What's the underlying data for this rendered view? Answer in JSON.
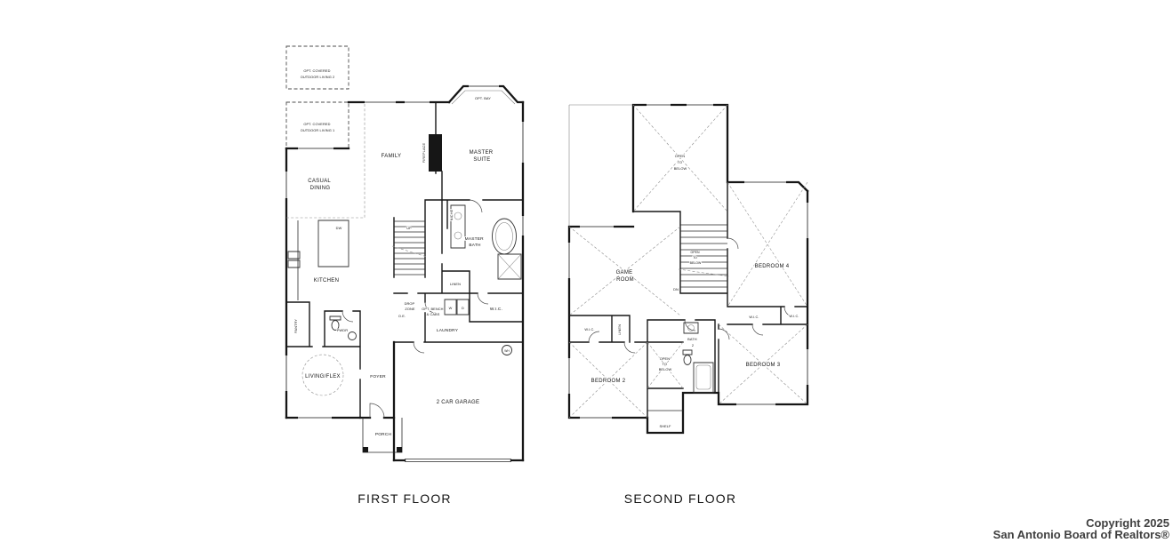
{
  "captions": {
    "first": "FIRST FLOOR",
    "second": "SECOND FLOOR"
  },
  "copyright": {
    "line1": "Copyright 2025",
    "line2": "San Antonio Board of Realtors®"
  },
  "first_floor": {
    "opt_outdoor_2": [
      "OPT. COVERED",
      "OUTDOOR LIVING 2"
    ],
    "opt_outdoor_1": [
      "OPT. COVERED",
      "OUTDOOR LIVING 1"
    ],
    "opt_bay": "OPT. BAY",
    "family": "FAMILY",
    "fireplace": "FIREPLACE",
    "master_suite": [
      "MASTER",
      "SUITE"
    ],
    "casual_dining": [
      "CASUAL",
      "DINING"
    ],
    "kitchen": "KITCHEN",
    "dw": "DW",
    "up": "UP",
    "niche": "NICHE",
    "master_bath": [
      "MASTER",
      "BATH"
    ],
    "linen": "LINEN",
    "wic": "W.I.C.",
    "laundry": "LAUNDRY",
    "drop_zone": [
      "DROP",
      "ZONE"
    ],
    "oe": "O.E.",
    "opt_bench": [
      "OPT. BENCH",
      "& CABS"
    ],
    "washer": "W",
    "dryer": "D",
    "pantry": "PANTRY",
    "pwdr": "PWDR",
    "living_flex": "LIVING/FLEX",
    "foyer": "FOYER",
    "garage": "2 CAR GARAGE",
    "porch": "PORCH",
    "wh": "WH"
  },
  "second_floor": {
    "open_to_below": [
      "OPEN",
      "TO",
      "BELOW"
    ],
    "game_room": [
      "GAME",
      "ROOM"
    ],
    "dn": "DN",
    "bedroom_2": "BEDROOM 2",
    "bedroom_3": "BEDROOM 3",
    "bedroom_4": "BEDROOM 4",
    "wic": "W.I.C.",
    "linen": "LINEN",
    "bath_2": [
      "BATH",
      "2"
    ],
    "shelf": "SHELF"
  }
}
